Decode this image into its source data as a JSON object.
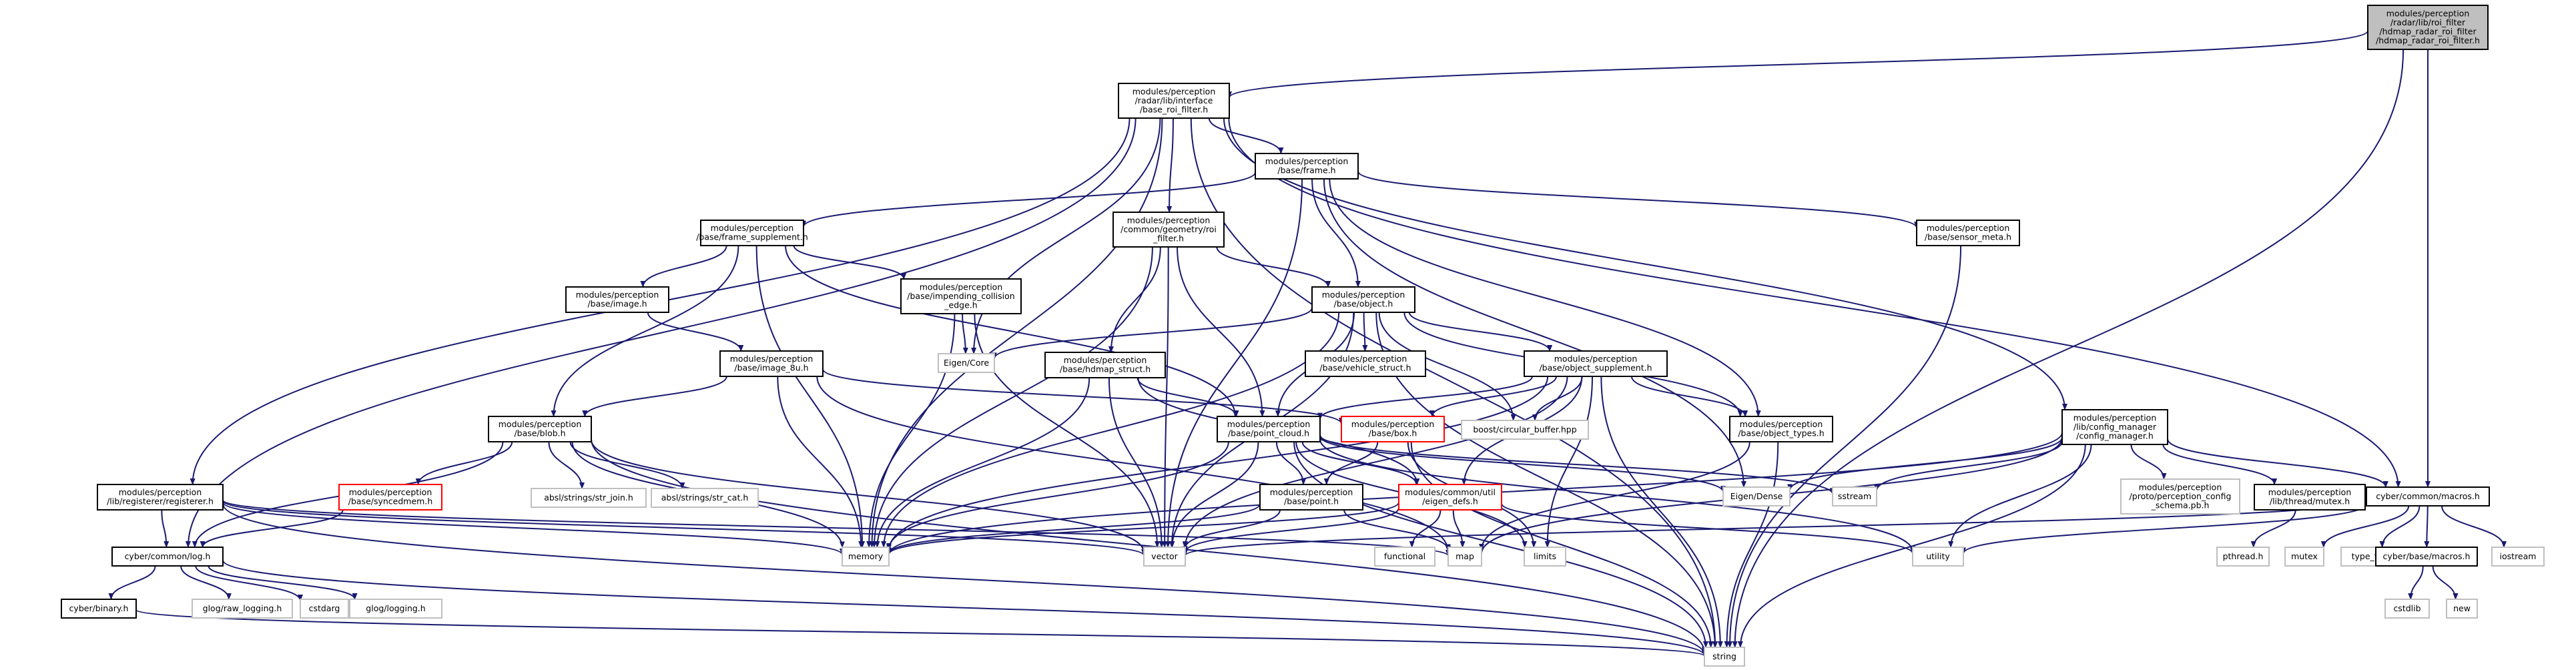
{
  "colors": {
    "edge": "#191970",
    "root_fill": "#bfbfbf",
    "box_border": "#000000",
    "red_border": "#ff0000",
    "grey_border": "#bfbfbf",
    "text": "#000000"
  },
  "nodes": [
    {
      "id": "n_root",
      "style": "root",
      "lines": [
        "modules/perception",
        "/radar/lib/roi_filter",
        "/hdmap_radar_roi_filter",
        "/hdmap_radar_roi_filter.h"
      ]
    },
    {
      "id": "n_base_roi",
      "style": "box",
      "lines": [
        "modules/perception",
        "/radar/lib/interface",
        "/base_roi_filter.h"
      ]
    },
    {
      "id": "n_frame",
      "style": "box",
      "lines": [
        "modules/perception",
        "/base/frame.h"
      ]
    },
    {
      "id": "n_frame_supp",
      "style": "box",
      "lines": [
        "modules/perception",
        "/base/frame_supplement.h"
      ]
    },
    {
      "id": "n_roi",
      "style": "box",
      "lines": [
        "modules/perception",
        "/common/geometry/roi",
        "_filter.h"
      ]
    },
    {
      "id": "n_sensor_meta",
      "style": "box",
      "lines": [
        "modules/perception",
        "/base/sensor_meta.h"
      ]
    },
    {
      "id": "n_image",
      "style": "box",
      "lines": [
        "modules/perception",
        "/base/image.h"
      ]
    },
    {
      "id": "n_impending",
      "style": "box",
      "lines": [
        "modules/perception",
        "/base/impending_collision",
        "_edge.h"
      ]
    },
    {
      "id": "n_object",
      "style": "box",
      "lines": [
        "modules/perception",
        "/base/object.h"
      ]
    },
    {
      "id": "n_eigen_core",
      "style": "grey",
      "lines": [
        "Eigen/Core"
      ]
    },
    {
      "id": "n_image_8u",
      "style": "box",
      "lines": [
        "modules/perception",
        "/base/image_8u.h"
      ]
    },
    {
      "id": "n_hdmap_struct",
      "style": "box",
      "lines": [
        "modules/perception",
        "/base/hdmap_struct.h"
      ]
    },
    {
      "id": "n_vehicle_struct",
      "style": "box",
      "lines": [
        "modules/perception",
        "/base/vehicle_struct.h"
      ]
    },
    {
      "id": "n_obj_supp",
      "style": "box",
      "lines": [
        "modules/perception",
        "/base/object_supplement.h"
      ]
    },
    {
      "id": "n_config_mgr",
      "style": "box",
      "lines": [
        "modules/perception",
        "/lib/config_manager",
        "/config_manager.h"
      ]
    },
    {
      "id": "n_blob",
      "style": "box",
      "lines": [
        "modules/perception",
        "/base/blob.h"
      ]
    },
    {
      "id": "n_point_cloud",
      "style": "box",
      "lines": [
        "modules/perception",
        "/base/point_cloud.h"
      ]
    },
    {
      "id": "n_box",
      "style": "red",
      "lines": [
        "modules/perception",
        "/base/box.h"
      ]
    },
    {
      "id": "n_boost_cb",
      "style": "grey",
      "lines": [
        "boost/circular_buffer.hpp"
      ]
    },
    {
      "id": "n_obj_types",
      "style": "box",
      "lines": [
        "modules/perception",
        "/base/object_types.h"
      ]
    },
    {
      "id": "n_registerer",
      "style": "box",
      "lines": [
        "modules/perception",
        "/lib/registerer/registerer.h"
      ]
    },
    {
      "id": "n_syncedmem",
      "style": "red",
      "lines": [
        "modules/perception",
        "/base/syncedmem.h"
      ]
    },
    {
      "id": "n_str_join",
      "style": "grey",
      "lines": [
        "absl/strings/str_join.h"
      ]
    },
    {
      "id": "n_str_cat",
      "style": "grey",
      "lines": [
        "absl/strings/str_cat.h"
      ]
    },
    {
      "id": "n_point",
      "style": "box",
      "lines": [
        "modules/perception",
        "/base/point.h"
      ]
    },
    {
      "id": "n_eigen_defs",
      "style": "red",
      "lines": [
        "modules/common/util",
        "/eigen_defs.h"
      ]
    },
    {
      "id": "n_eigen_dense",
      "style": "grey",
      "lines": [
        "Eigen/Dense"
      ]
    },
    {
      "id": "n_sstream",
      "style": "grey",
      "lines": [
        "sstream"
      ]
    },
    {
      "id": "n_proto_cfg",
      "style": "grey",
      "lines": [
        "modules/perception",
        "/proto/perception_config",
        "_schema.pb.h"
      ]
    },
    {
      "id": "n_mutex_h",
      "style": "box",
      "lines": [
        "modules/perception",
        "/lib/thread/mutex.h"
      ]
    },
    {
      "id": "n_macros",
      "style": "box",
      "lines": [
        "cyber/common/macros.h"
      ]
    },
    {
      "id": "n_log",
      "style": "box",
      "lines": [
        "cyber/common/log.h"
      ]
    },
    {
      "id": "n_memory",
      "style": "grey",
      "lines": [
        "memory"
      ]
    },
    {
      "id": "n_vector",
      "style": "grey",
      "lines": [
        "vector"
      ]
    },
    {
      "id": "n_functional",
      "style": "grey",
      "lines": [
        "functional"
      ]
    },
    {
      "id": "n_map",
      "style": "grey",
      "lines": [
        "map"
      ]
    },
    {
      "id": "n_limits",
      "style": "grey",
      "lines": [
        "limits"
      ]
    },
    {
      "id": "n_utility",
      "style": "grey",
      "lines": [
        "utility"
      ]
    },
    {
      "id": "n_pthread",
      "style": "grey",
      "lines": [
        "pthread.h"
      ]
    },
    {
      "id": "n_mutex",
      "style": "grey",
      "lines": [
        "mutex"
      ]
    },
    {
      "id": "n_type_traits",
      "style": "grey",
      "lines": [
        "type_traits"
      ]
    },
    {
      "id": "n_iostream",
      "style": "grey",
      "lines": [
        "iostream"
      ]
    },
    {
      "id": "n_base_macros",
      "style": "box",
      "lines": [
        "cyber/base/macros.h"
      ]
    },
    {
      "id": "n_cstdlib",
      "style": "grey",
      "lines": [
        "cstdlib"
      ]
    },
    {
      "id": "n_new",
      "style": "grey",
      "lines": [
        "new"
      ]
    },
    {
      "id": "n_binary",
      "style": "box",
      "lines": [
        "cyber/binary.h"
      ]
    },
    {
      "id": "n_glog_raw",
      "style": "grey",
      "lines": [
        "glog/raw_logging.h"
      ]
    },
    {
      "id": "n_cstdarg",
      "style": "grey",
      "lines": [
        "cstdarg"
      ]
    },
    {
      "id": "n_glog_logging",
      "style": "grey",
      "lines": [
        "glog/logging.h"
      ]
    },
    {
      "id": "n_string",
      "style": "grey",
      "lines": [
        "string"
      ]
    }
  ],
  "edges": [
    [
      "n_root",
      "n_base_roi"
    ],
    [
      "n_root",
      "n_macros"
    ],
    [
      "n_root",
      "n_string"
    ],
    [
      "n_base_roi",
      "n_frame"
    ],
    [
      "n_base_roi",
      "n_roi"
    ],
    [
      "n_base_roi",
      "n_eigen_core"
    ],
    [
      "n_base_roi",
      "n_config_mgr"
    ],
    [
      "n_base_roi",
      "n_registerer"
    ],
    [
      "n_base_roi",
      "n_macros"
    ],
    [
      "n_base_roi",
      "n_log"
    ],
    [
      "n_base_roi",
      "n_memory"
    ],
    [
      "n_base_roi",
      "n_string"
    ],
    [
      "n_frame",
      "n_frame_supp"
    ],
    [
      "n_frame",
      "n_object"
    ],
    [
      "n_frame",
      "n_sensor_meta"
    ],
    [
      "n_frame",
      "n_obj_types"
    ],
    [
      "n_frame",
      "n_vector"
    ],
    [
      "n_frame",
      "n_eigen_dense"
    ],
    [
      "n_frame_supp",
      "n_image"
    ],
    [
      "n_frame_supp",
      "n_impending"
    ],
    [
      "n_frame_supp",
      "n_blob"
    ],
    [
      "n_frame_supp",
      "n_point_cloud"
    ],
    [
      "n_frame_supp",
      "n_memory"
    ],
    [
      "n_roi",
      "n_object"
    ],
    [
      "n_roi",
      "n_hdmap_struct"
    ],
    [
      "n_roi",
      "n_point_cloud"
    ],
    [
      "n_roi",
      "n_vector"
    ],
    [
      "n_roi",
      "n_memory"
    ],
    [
      "n_sensor_meta",
      "n_string"
    ],
    [
      "n_image",
      "n_image_8u"
    ],
    [
      "n_impending",
      "n_eigen_core"
    ],
    [
      "n_impending",
      "n_memory"
    ],
    [
      "n_impending",
      "n_vector"
    ],
    [
      "n_object",
      "n_eigen_core"
    ],
    [
      "n_object",
      "n_vehicle_struct"
    ],
    [
      "n_object",
      "n_obj_supp"
    ],
    [
      "n_object",
      "n_point_cloud"
    ],
    [
      "n_object",
      "n_boost_cb"
    ],
    [
      "n_object",
      "n_obj_types"
    ],
    [
      "n_object",
      "n_memory"
    ],
    [
      "n_object",
      "n_vector"
    ],
    [
      "n_object",
      "n_string"
    ],
    [
      "n_image_8u",
      "n_blob"
    ],
    [
      "n_image_8u",
      "n_box"
    ],
    [
      "n_image_8u",
      "n_memory"
    ],
    [
      "n_image_8u",
      "n_map"
    ],
    [
      "n_hdmap_struct",
      "n_point_cloud"
    ],
    [
      "n_hdmap_struct",
      "n_eigen_defs"
    ],
    [
      "n_hdmap_struct",
      "n_memory"
    ],
    [
      "n_hdmap_struct",
      "n_vector"
    ],
    [
      "n_obj_supp",
      "n_point_cloud"
    ],
    [
      "n_obj_supp",
      "n_box"
    ],
    [
      "n_obj_supp",
      "n_boost_cb"
    ],
    [
      "n_obj_supp",
      "n_obj_types"
    ],
    [
      "n_obj_supp",
      "n_eigen_defs"
    ],
    [
      "n_obj_supp",
      "n_memory"
    ],
    [
      "n_obj_supp",
      "n_vector"
    ],
    [
      "n_obj_supp",
      "n_limits"
    ],
    [
      "n_obj_supp",
      "n_string"
    ],
    [
      "n_config_mgr",
      "n_proto_cfg"
    ],
    [
      "n_config_mgr",
      "n_mutex_h"
    ],
    [
      "n_config_mgr",
      "n_macros"
    ],
    [
      "n_config_mgr",
      "n_sstream"
    ],
    [
      "n_config_mgr",
      "n_eigen_dense"
    ],
    [
      "n_config_mgr",
      "n_map"
    ],
    [
      "n_config_mgr",
      "n_utility"
    ],
    [
      "n_config_mgr",
      "n_string"
    ],
    [
      "n_config_mgr",
      "n_memory"
    ],
    [
      "n_blob",
      "n_syncedmem"
    ],
    [
      "n_blob",
      "n_str_join"
    ],
    [
      "n_blob",
      "n_str_cat"
    ],
    [
      "n_blob",
      "n_log"
    ],
    [
      "n_blob",
      "n_memory"
    ],
    [
      "n_blob",
      "n_vector"
    ],
    [
      "n_blob",
      "n_string"
    ],
    [
      "n_point_cloud",
      "n_point"
    ],
    [
      "n_point_cloud",
      "n_eigen_defs"
    ],
    [
      "n_point_cloud",
      "n_memory"
    ],
    [
      "n_point_cloud",
      "n_vector"
    ],
    [
      "n_point_cloud",
      "n_eigen_dense"
    ],
    [
      "n_point_cloud",
      "n_limits"
    ],
    [
      "n_point_cloud",
      "n_string"
    ],
    [
      "n_point_cloud",
      "n_utility"
    ],
    [
      "n_point_cloud",
      "n_sstream"
    ],
    [
      "n_box",
      "n_point"
    ],
    [
      "n_box",
      "n_limits"
    ],
    [
      "n_box",
      "n_string"
    ],
    [
      "n_obj_types",
      "n_map"
    ],
    [
      "n_obj_types",
      "n_string"
    ],
    [
      "n_registerer",
      "n_log"
    ],
    [
      "n_registerer",
      "n_map"
    ],
    [
      "n_registerer",
      "n_string"
    ],
    [
      "n_registerer",
      "n_vector"
    ],
    [
      "n_registerer",
      "n_memory"
    ],
    [
      "n_syncedmem",
      "n_log"
    ],
    [
      "n_point",
      "n_memory"
    ],
    [
      "n_point",
      "n_vector"
    ],
    [
      "n_point",
      "n_map"
    ],
    [
      "n_eigen_defs",
      "n_functional"
    ],
    [
      "n_eigen_defs",
      "n_map"
    ],
    [
      "n_eigen_defs",
      "n_vector"
    ],
    [
      "n_eigen_defs",
      "n_utility"
    ],
    [
      "n_eigen_defs",
      "n_memory"
    ],
    [
      "n_mutex_h",
      "n_pthread"
    ],
    [
      "n_macros",
      "n_base_macros"
    ],
    [
      "n_macros",
      "n_mutex"
    ],
    [
      "n_macros",
      "n_type_traits"
    ],
    [
      "n_macros",
      "n_iostream"
    ],
    [
      "n_macros",
      "n_utility"
    ],
    [
      "n_macros",
      "n_vector"
    ],
    [
      "n_base_macros",
      "n_cstdlib"
    ],
    [
      "n_base_macros",
      "n_new"
    ],
    [
      "n_log",
      "n_binary"
    ],
    [
      "n_log",
      "n_glog_raw"
    ],
    [
      "n_log",
      "n_cstdarg"
    ],
    [
      "n_log",
      "n_glog_logging"
    ],
    [
      "n_log",
      "n_string"
    ],
    [
      "n_binary",
      "n_string"
    ]
  ]
}
